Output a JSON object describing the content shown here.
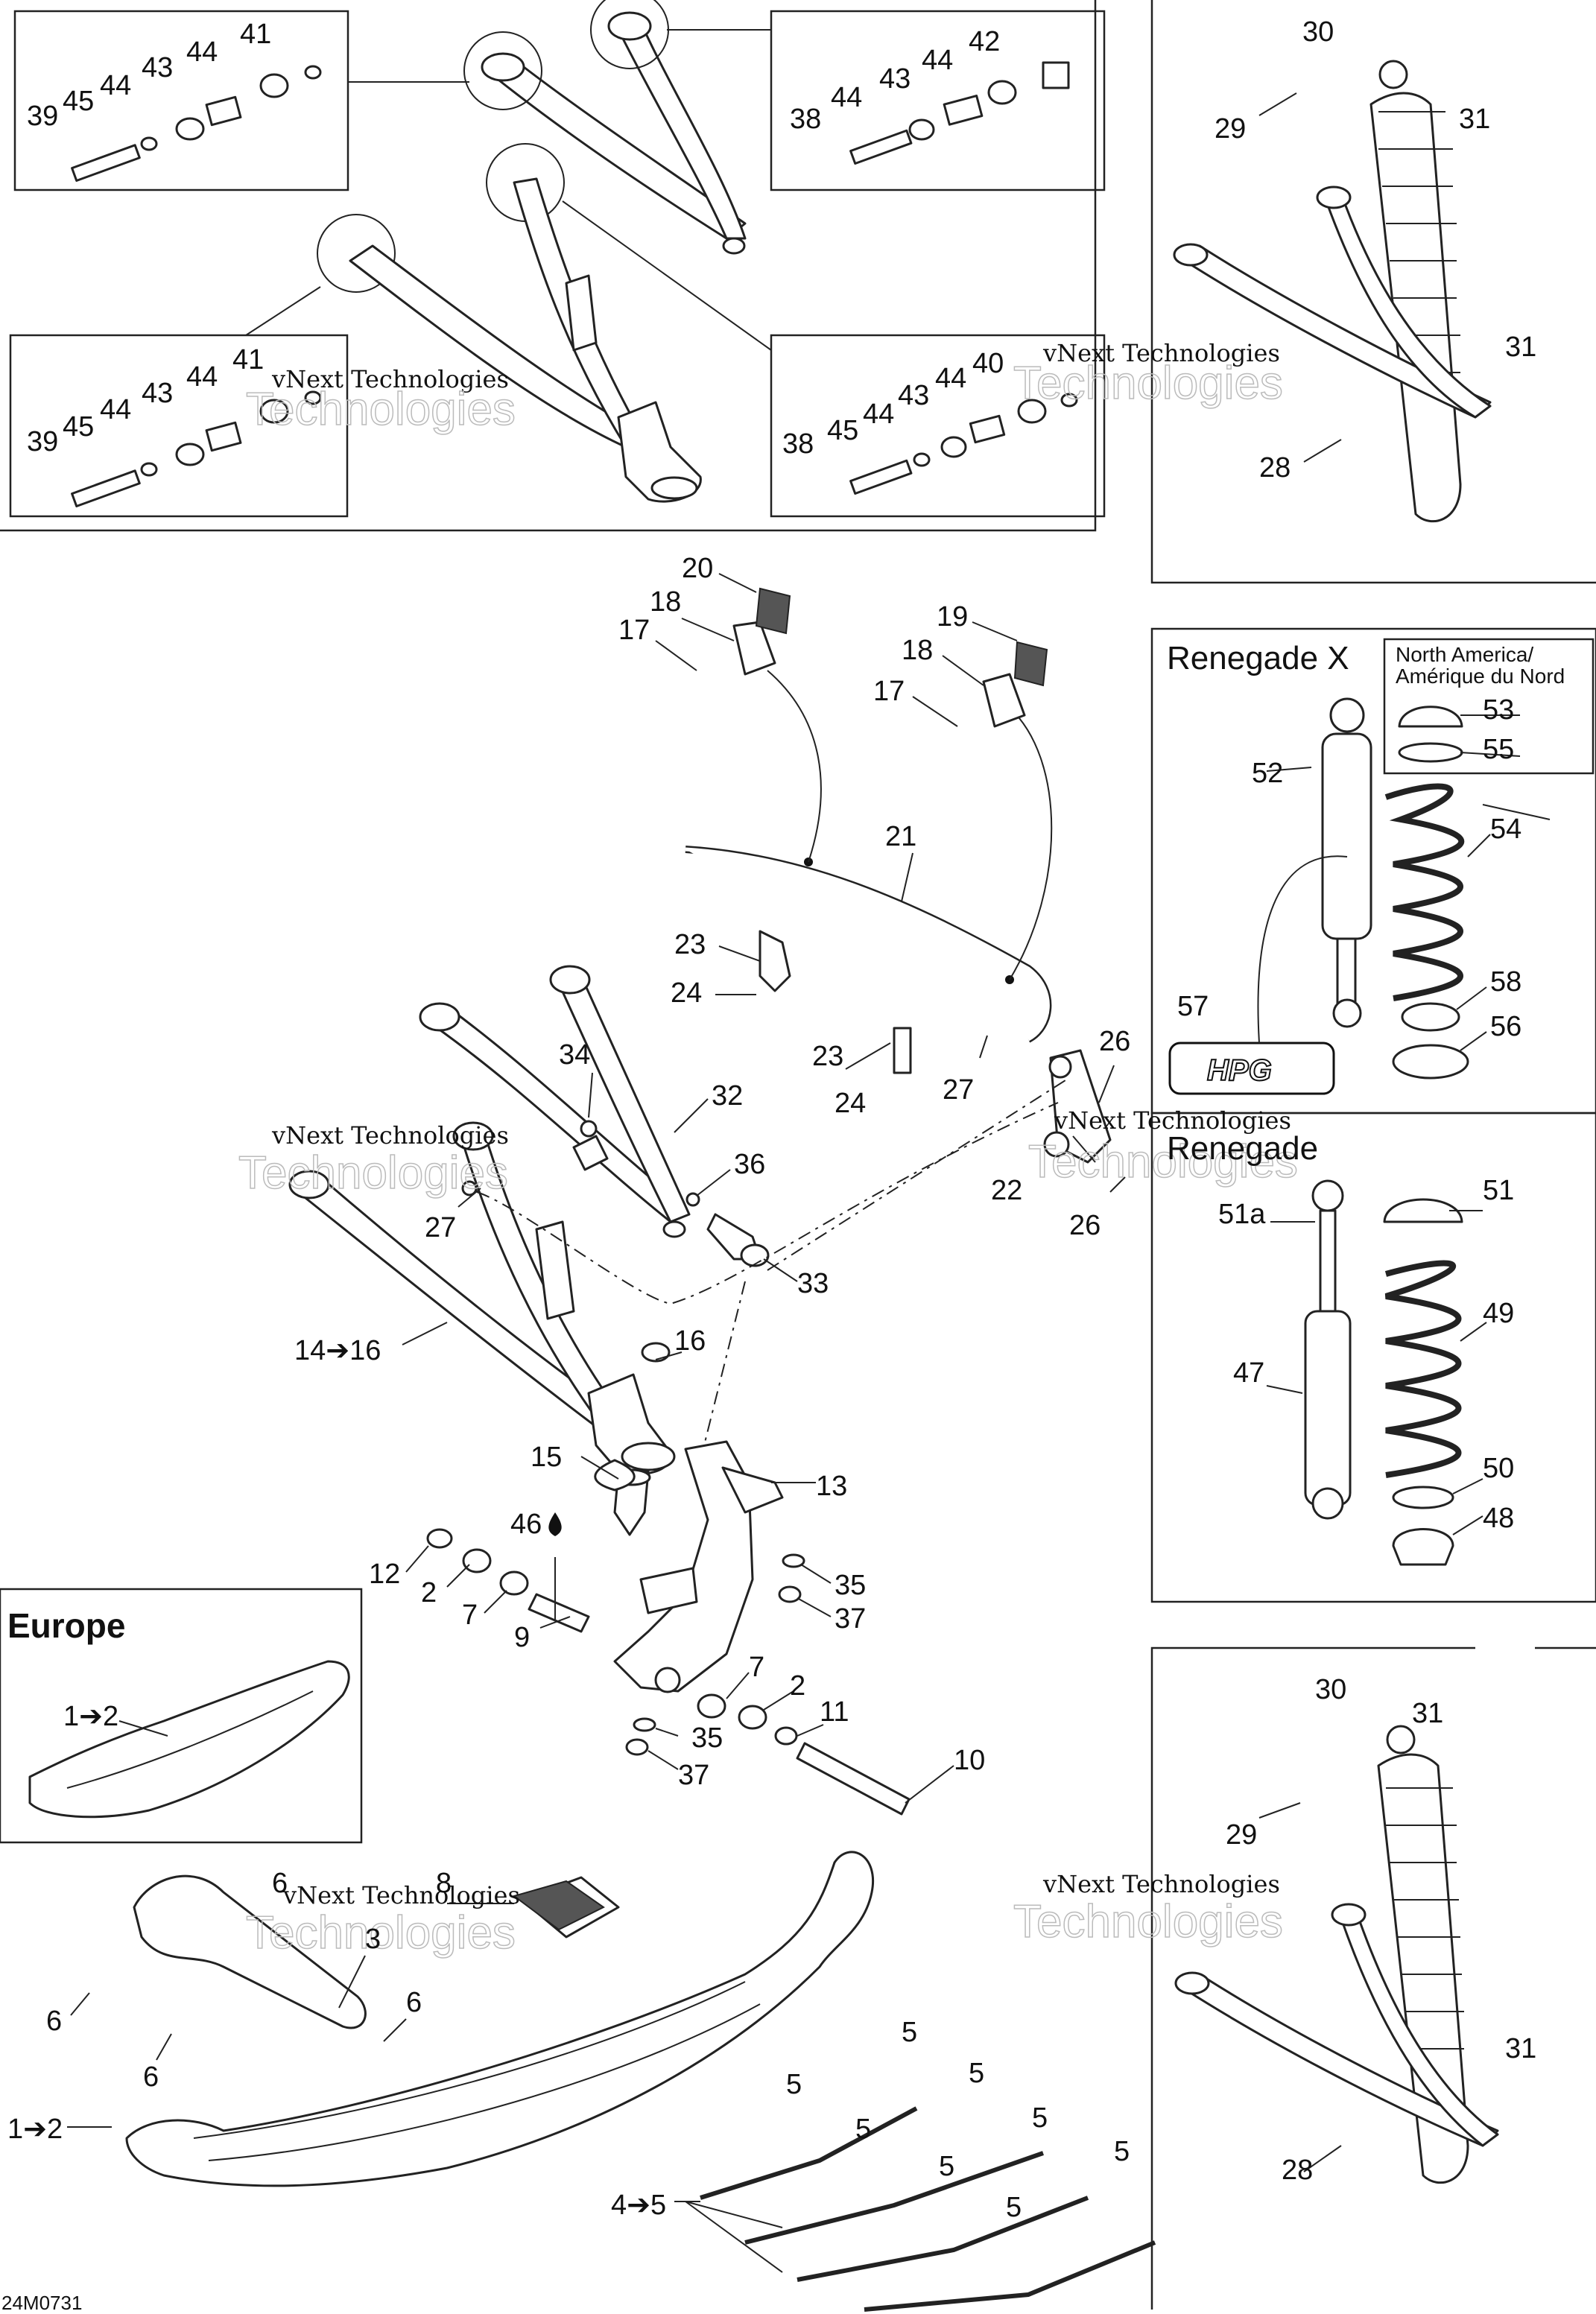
{
  "drawing_code": "24M0731",
  "watermark": {
    "line1": "vNext Technologies",
    "line2": "Technologies"
  },
  "sections": {
    "renegade_x": {
      "title": "Renegade X",
      "region_note_line1": "North America/",
      "region_note_line2": "Amérique du Nord"
    },
    "renegade": {
      "title": "Renegade"
    },
    "europe": {
      "title": "Europe"
    }
  },
  "hpg_logo_text": "HPG",
  "callouts": {
    "c20": "20",
    "c18a": "18",
    "c17a": "17",
    "c19": "19",
    "c18b": "18",
    "c17b": "17",
    "c21": "21",
    "c23a": "23",
    "c24a": "24",
    "c23b": "23",
    "c24b": "24",
    "c27a": "27",
    "c26a": "26",
    "c34": "34",
    "c32": "32",
    "c36": "36",
    "c22": "22",
    "c26b": "26",
    "c27b": "27",
    "c33": "33",
    "c14": "14➔16",
    "c16": "16",
    "c15": "15",
    "c13": "13",
    "c46": "46",
    "c12": "12",
    "c2a": "2",
    "c7a": "7",
    "c9": "9",
    "c35a": "35",
    "c37a": "37",
    "c7b": "7",
    "c2b": "2",
    "c11": "11",
    "c35b": "35",
    "c37b": "37",
    "c10": "10",
    "c6a": "6",
    "c8": "8",
    "c3": "3",
    "c6b": "6",
    "c6c": "6",
    "c6d": "6",
    "c1a": "1➔2",
    "c1b": "1➔2",
    "c5a": "5",
    "c5b": "5",
    "c5c": "5",
    "c5d": "5",
    "c5e": "5",
    "c5f": "5",
    "c5g": "5",
    "c5h": "5",
    "c4": "4➔5",
    "t41a": "41",
    "t39a": "39",
    "t45a": "45",
    "t44a": "44",
    "t43a": "43",
    "t44b": "44",
    "t42": "42",
    "t38a": "38",
    "t44c": "44",
    "t43b": "43",
    "t44d": "44",
    "t41b": "41",
    "t39b": "39",
    "t45b": "45",
    "t44e": "44",
    "t43c": "43",
    "t44f": "44",
    "t40": "40",
    "t38b": "38",
    "t45c": "45",
    "t44g": "44",
    "t43d": "43",
    "t44h": "44",
    "r30a": "30",
    "r29a": "29",
    "r31a": "31",
    "r31b": "31",
    "r28a": "28",
    "r53": "53",
    "r55": "55",
    "r52": "52",
    "r54": "54",
    "r58": "58",
    "r56": "56",
    "r57": "57",
    "r51": "51",
    "r51a": "51a",
    "r49": "49",
    "r47": "47",
    "r50": "50",
    "r48": "48",
    "r30b": "30",
    "r31c": "31",
    "r29b": "29",
    "r31d": "31",
    "r28b": "28"
  }
}
